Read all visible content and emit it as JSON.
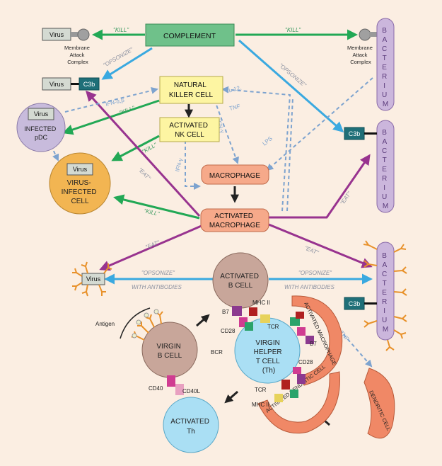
{
  "nodes": {
    "complement": "COMPLEMENT",
    "virus": "Virus",
    "c3b": "C3b",
    "mac": [
      "Membrane",
      "Attack",
      "Complex"
    ],
    "bacterium": [
      "B",
      "A",
      "C",
      "T",
      "E",
      "R",
      "I",
      "U",
      "M"
    ],
    "nk_cell": [
      "NATURAL",
      "KILLER CELL"
    ],
    "activated_nk": [
      "ACTIVATED",
      "NK CELL"
    ],
    "infected_pdc": [
      "INFECTED",
      "pDC"
    ],
    "virus_infected_cell": [
      "VIRUS-",
      "INFECTED",
      "CELL"
    ],
    "macrophage": "MACROPHAGE",
    "activated_macrophage": [
      "ACTIVATED",
      "MACROPHAGE"
    ],
    "activated_b_cell": [
      "ACTIVATED",
      "B CELL"
    ],
    "virgin_b_cell": [
      "VIRGIN",
      "B CELL"
    ],
    "virgin_helper": [
      "VIRGIN",
      "HELPER",
      "T CELL",
      "(Th)"
    ],
    "activated_th": [
      "ACTIVATED",
      "Th"
    ],
    "activated_macrophage_arc": "ACTIVATED MACROPHAGE",
    "activated_dendritic_arc": "ACTIVATED DENDRITIC CELL",
    "dendritic_cell": "DENDRITIC CELL"
  },
  "labels": {
    "kill": "\"KILL\"",
    "opsonize": "\"OPSONIZE\"",
    "eat": "\"EAT\"",
    "ifn_ab": "IFN-α,β",
    "ifn_g": "IFN-γ",
    "il12": "IL-12,",
    "tnf": "TNF",
    "lps": "LPS",
    "with_antibodies": "WITH ANTIBODIES",
    "antigen": "Antigen",
    "bcr": "BCR",
    "b7": "B7",
    "mhc2": "MHC II",
    "cd28": "CD28",
    "tcr": "TCR",
    "cd40": "CD40",
    "cd40l": "CD40L"
  },
  "colors": {
    "background": "#fbeee2",
    "green": "#22a855",
    "blue": "#3aa9e0",
    "purple": "#98338f",
    "dashed_blue": "#7da3cf",
    "complement_fill": "#6fc18a",
    "nk_fill": "#fdf5a2",
    "macrophage_fill": "#f6a98a",
    "bacterium_fill": "#cbb6dc",
    "pdc_fill": "#c8bbdc",
    "infected_cell_fill": "#f2b552",
    "bcell_fill": "#c8a69a",
    "th_fill": "#aadff4",
    "c3b_fill": "#1f6f78"
  }
}
